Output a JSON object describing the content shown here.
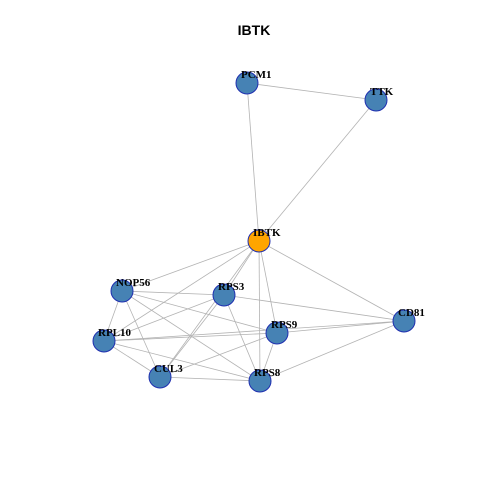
{
  "title": "IBTK",
  "colors": {
    "node_default": "#4682b4",
    "node_focus": "#ffa500",
    "node_border": "#1f2fb0",
    "edge": "#b3b3b3"
  },
  "nodes": [
    {
      "id": "IBTK",
      "label": "IBTK",
      "focus": true
    },
    {
      "id": "PCM1",
      "label": "PCM1"
    },
    {
      "id": "TTK",
      "label": "TTK"
    },
    {
      "id": "NOP56",
      "label": "NOP56"
    },
    {
      "id": "RPS3",
      "label": "RPS3"
    },
    {
      "id": "CD81",
      "label": "CD81"
    },
    {
      "id": "RPS9",
      "label": "RPS9"
    },
    {
      "id": "RPL10",
      "label": "RPL10"
    },
    {
      "id": "CUL3",
      "label": "CUL3"
    },
    {
      "id": "RPS8",
      "label": "RPS8"
    }
  ],
  "edges": [
    [
      "PCM1",
      "TTK"
    ],
    [
      "PCM1",
      "IBTK"
    ],
    [
      "TTK",
      "IBTK"
    ],
    [
      "IBTK",
      "NOP56"
    ],
    [
      "IBTK",
      "RPS3"
    ],
    [
      "IBTK",
      "CD81"
    ],
    [
      "IBTK",
      "RPS9"
    ],
    [
      "IBTK",
      "RPL10"
    ],
    [
      "IBTK",
      "CUL3"
    ],
    [
      "IBTK",
      "RPS8"
    ],
    [
      "NOP56",
      "RPS3"
    ],
    [
      "NOP56",
      "RPS9"
    ],
    [
      "NOP56",
      "RPL10"
    ],
    [
      "NOP56",
      "CUL3"
    ],
    [
      "NOP56",
      "RPS8"
    ],
    [
      "RPS3",
      "CD81"
    ],
    [
      "RPS3",
      "RPL10"
    ],
    [
      "RPS3",
      "CUL3"
    ],
    [
      "RPS3",
      "RPS8"
    ],
    [
      "RPS9",
      "CD81"
    ],
    [
      "RPS9",
      "RPL10"
    ],
    [
      "RPS9",
      "CUL3"
    ],
    [
      "RPS9",
      "RPS8"
    ],
    [
      "RPL10",
      "CD81"
    ],
    [
      "RPL10",
      "CUL3"
    ],
    [
      "RPL10",
      "RPS8"
    ],
    [
      "CUL3",
      "RPS8"
    ],
    [
      "CD81",
      "RPS8"
    ]
  ]
}
